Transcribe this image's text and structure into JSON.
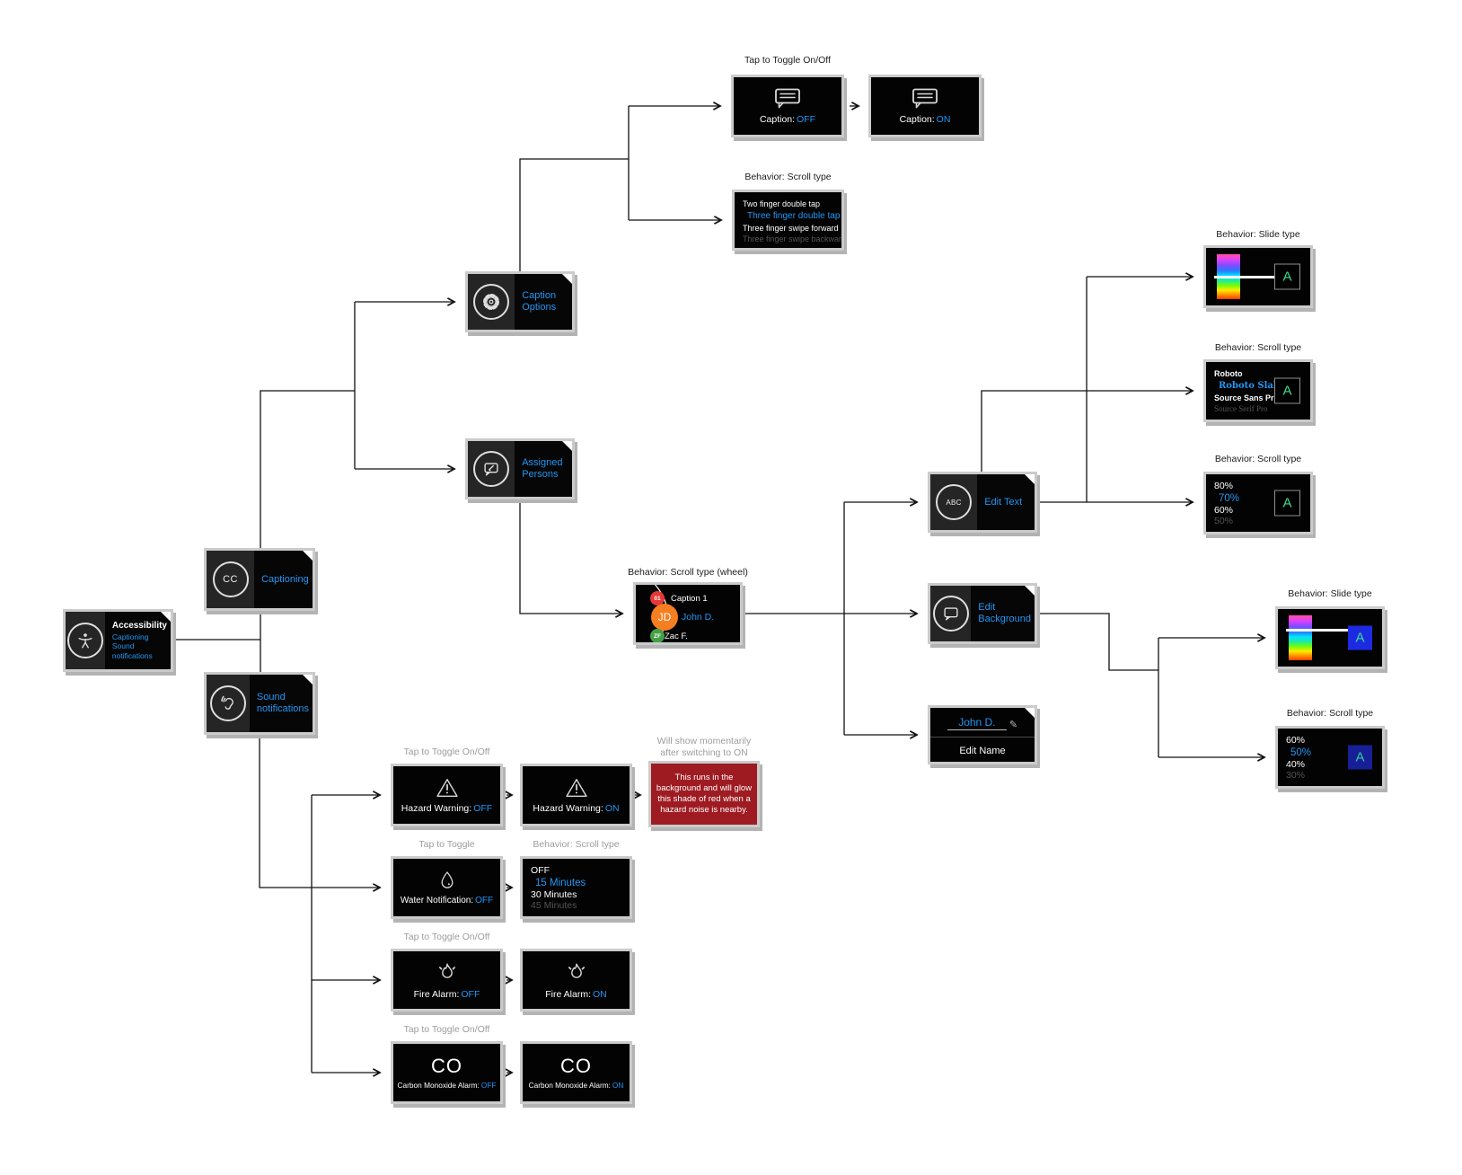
{
  "colors": {
    "accent_blue": "#2196f3",
    "alert_red": "#9e1b22",
    "preview_letter_green": "#3fe08c",
    "avatar_red": "#e53935",
    "avatar_orange": "#f57e20",
    "avatar_green": "#43a047"
  },
  "annotations": {
    "tap_toggle_onoff": "Tap to Toggle On/Off",
    "tap_toggle": "Tap to Toggle",
    "behavior_scroll": "Behavior: Scroll type",
    "behavior_slide": "Behavior: Slide type",
    "behavior_scroll_wheel": "Behavior: Scroll type (wheel)",
    "hazard_note_1": "Will show momentarily",
    "hazard_note_2": "after switching to ON"
  },
  "nodes": {
    "accessibility": {
      "title": "Accessibility",
      "link_captioning": "Captioning",
      "link_sound": "Sound notifications"
    },
    "captioning": {
      "label": "Captioning",
      "icon_text": "CC"
    },
    "sound": {
      "label": "Sound notifications"
    },
    "caption_options": {
      "label": "Caption Options"
    },
    "assigned_persons": {
      "label": "Assigned Persons"
    },
    "edit_text": {
      "label": "Edit Text",
      "icon_text": "ABC"
    },
    "edit_background": {
      "label": "Edit Background"
    },
    "edit_name": {
      "person": "John D.",
      "pencil": "✎",
      "label": "Edit Name"
    }
  },
  "screens": {
    "caption_off": {
      "label": "Caption:",
      "value": "OFF"
    },
    "caption_on": {
      "label": "Caption:",
      "value": "ON"
    },
    "gestures": {
      "items": [
        "Two finger double tap",
        "Three finger double tap",
        "Three finger swipe forward",
        "Three finger swipe backward"
      ]
    },
    "wheel": {
      "e1": {
        "initials": "01",
        "name": "Caption 1"
      },
      "e2": {
        "initials": "JD",
        "name": "John D."
      },
      "e3": {
        "initials": "ZF",
        "name": "Zac F."
      }
    },
    "preview_letter": "A",
    "font_options": {
      "items": [
        "Roboto",
        "Roboto Slab",
        "Source Sans Pro",
        "Source Serif Pro"
      ]
    },
    "size_options": {
      "items": [
        "80%",
        "70%",
        "60%",
        "50%"
      ]
    },
    "opacity_options": {
      "items": [
        "60%",
        "50%",
        "40%",
        "30%"
      ]
    },
    "water_options": {
      "items": [
        "OFF",
        "15 Minutes",
        "30 Minutes",
        "45 Minutes"
      ]
    },
    "hazard_off": {
      "label": "Hazard Warning:",
      "value": "OFF"
    },
    "hazard_on": {
      "label": "Hazard Warning:",
      "value": "ON"
    },
    "hazard_note": "This runs in the background and will glow this shade of red when a hazard noise is nearby.",
    "water_off": {
      "label": "Water Notification:",
      "value": "OFF"
    },
    "fire_off": {
      "label": "Fire Alarm:",
      "value": "OFF"
    },
    "fire_on": {
      "label": "Fire Alarm:",
      "value": "ON"
    },
    "co_off": {
      "big": "CO",
      "label": "Carbon Monoxide Alarm:",
      "value": "OFF"
    },
    "co_on": {
      "big": "CO",
      "label": "Carbon Monoxide Alarm:",
      "value": "ON"
    }
  }
}
